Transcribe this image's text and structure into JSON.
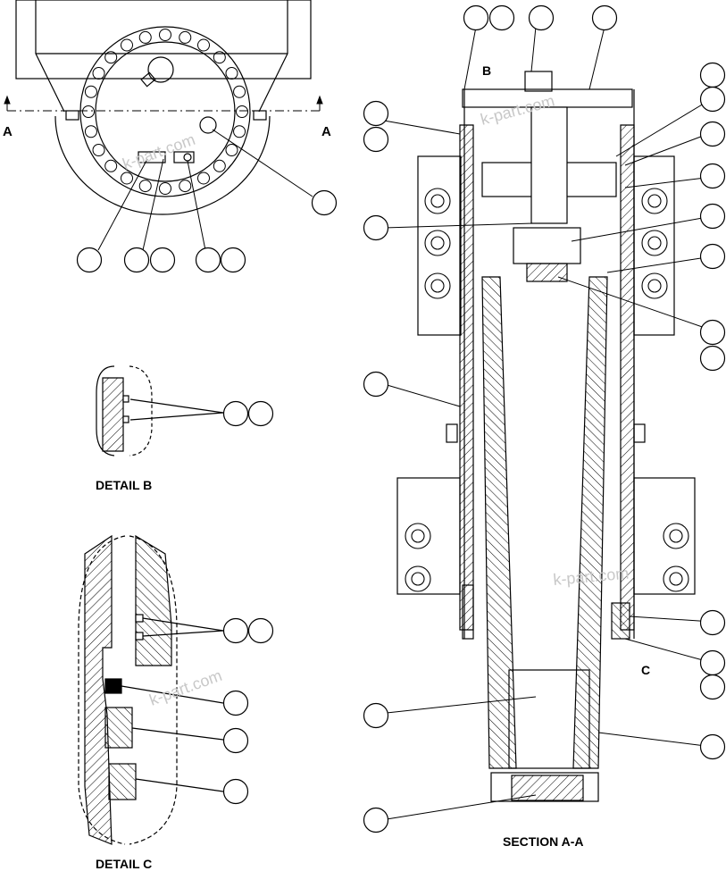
{
  "labels": {
    "section_a_left": "A",
    "section_a_right": "A",
    "detail_b_marker": "B",
    "detail_c_marker": "C",
    "detail_b_caption": "DETAIL B",
    "detail_c_caption": "DETAIL C",
    "section_caption": "SECTION A-A"
  },
  "watermark": "k-part.com",
  "colors": {
    "line": "#000000",
    "watermark": "#c8c8c8",
    "background": "#ffffff"
  }
}
